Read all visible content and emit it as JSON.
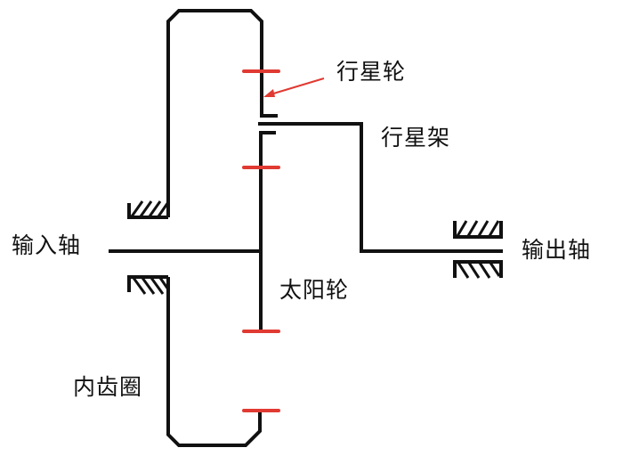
{
  "diagram": {
    "title": "Planetary gear train schematic",
    "labels": {
      "planet_gear": "行星轮",
      "planet_carrier": "行星架",
      "input_shaft": "输入轴",
      "output_shaft": "输出轴",
      "sun_gear": "太阳轮",
      "ring_gear": "内齿圈"
    },
    "colors": {
      "line": "#111111",
      "gear_mesh": "#e03a32",
      "arrow": "#e03a32"
    }
  }
}
